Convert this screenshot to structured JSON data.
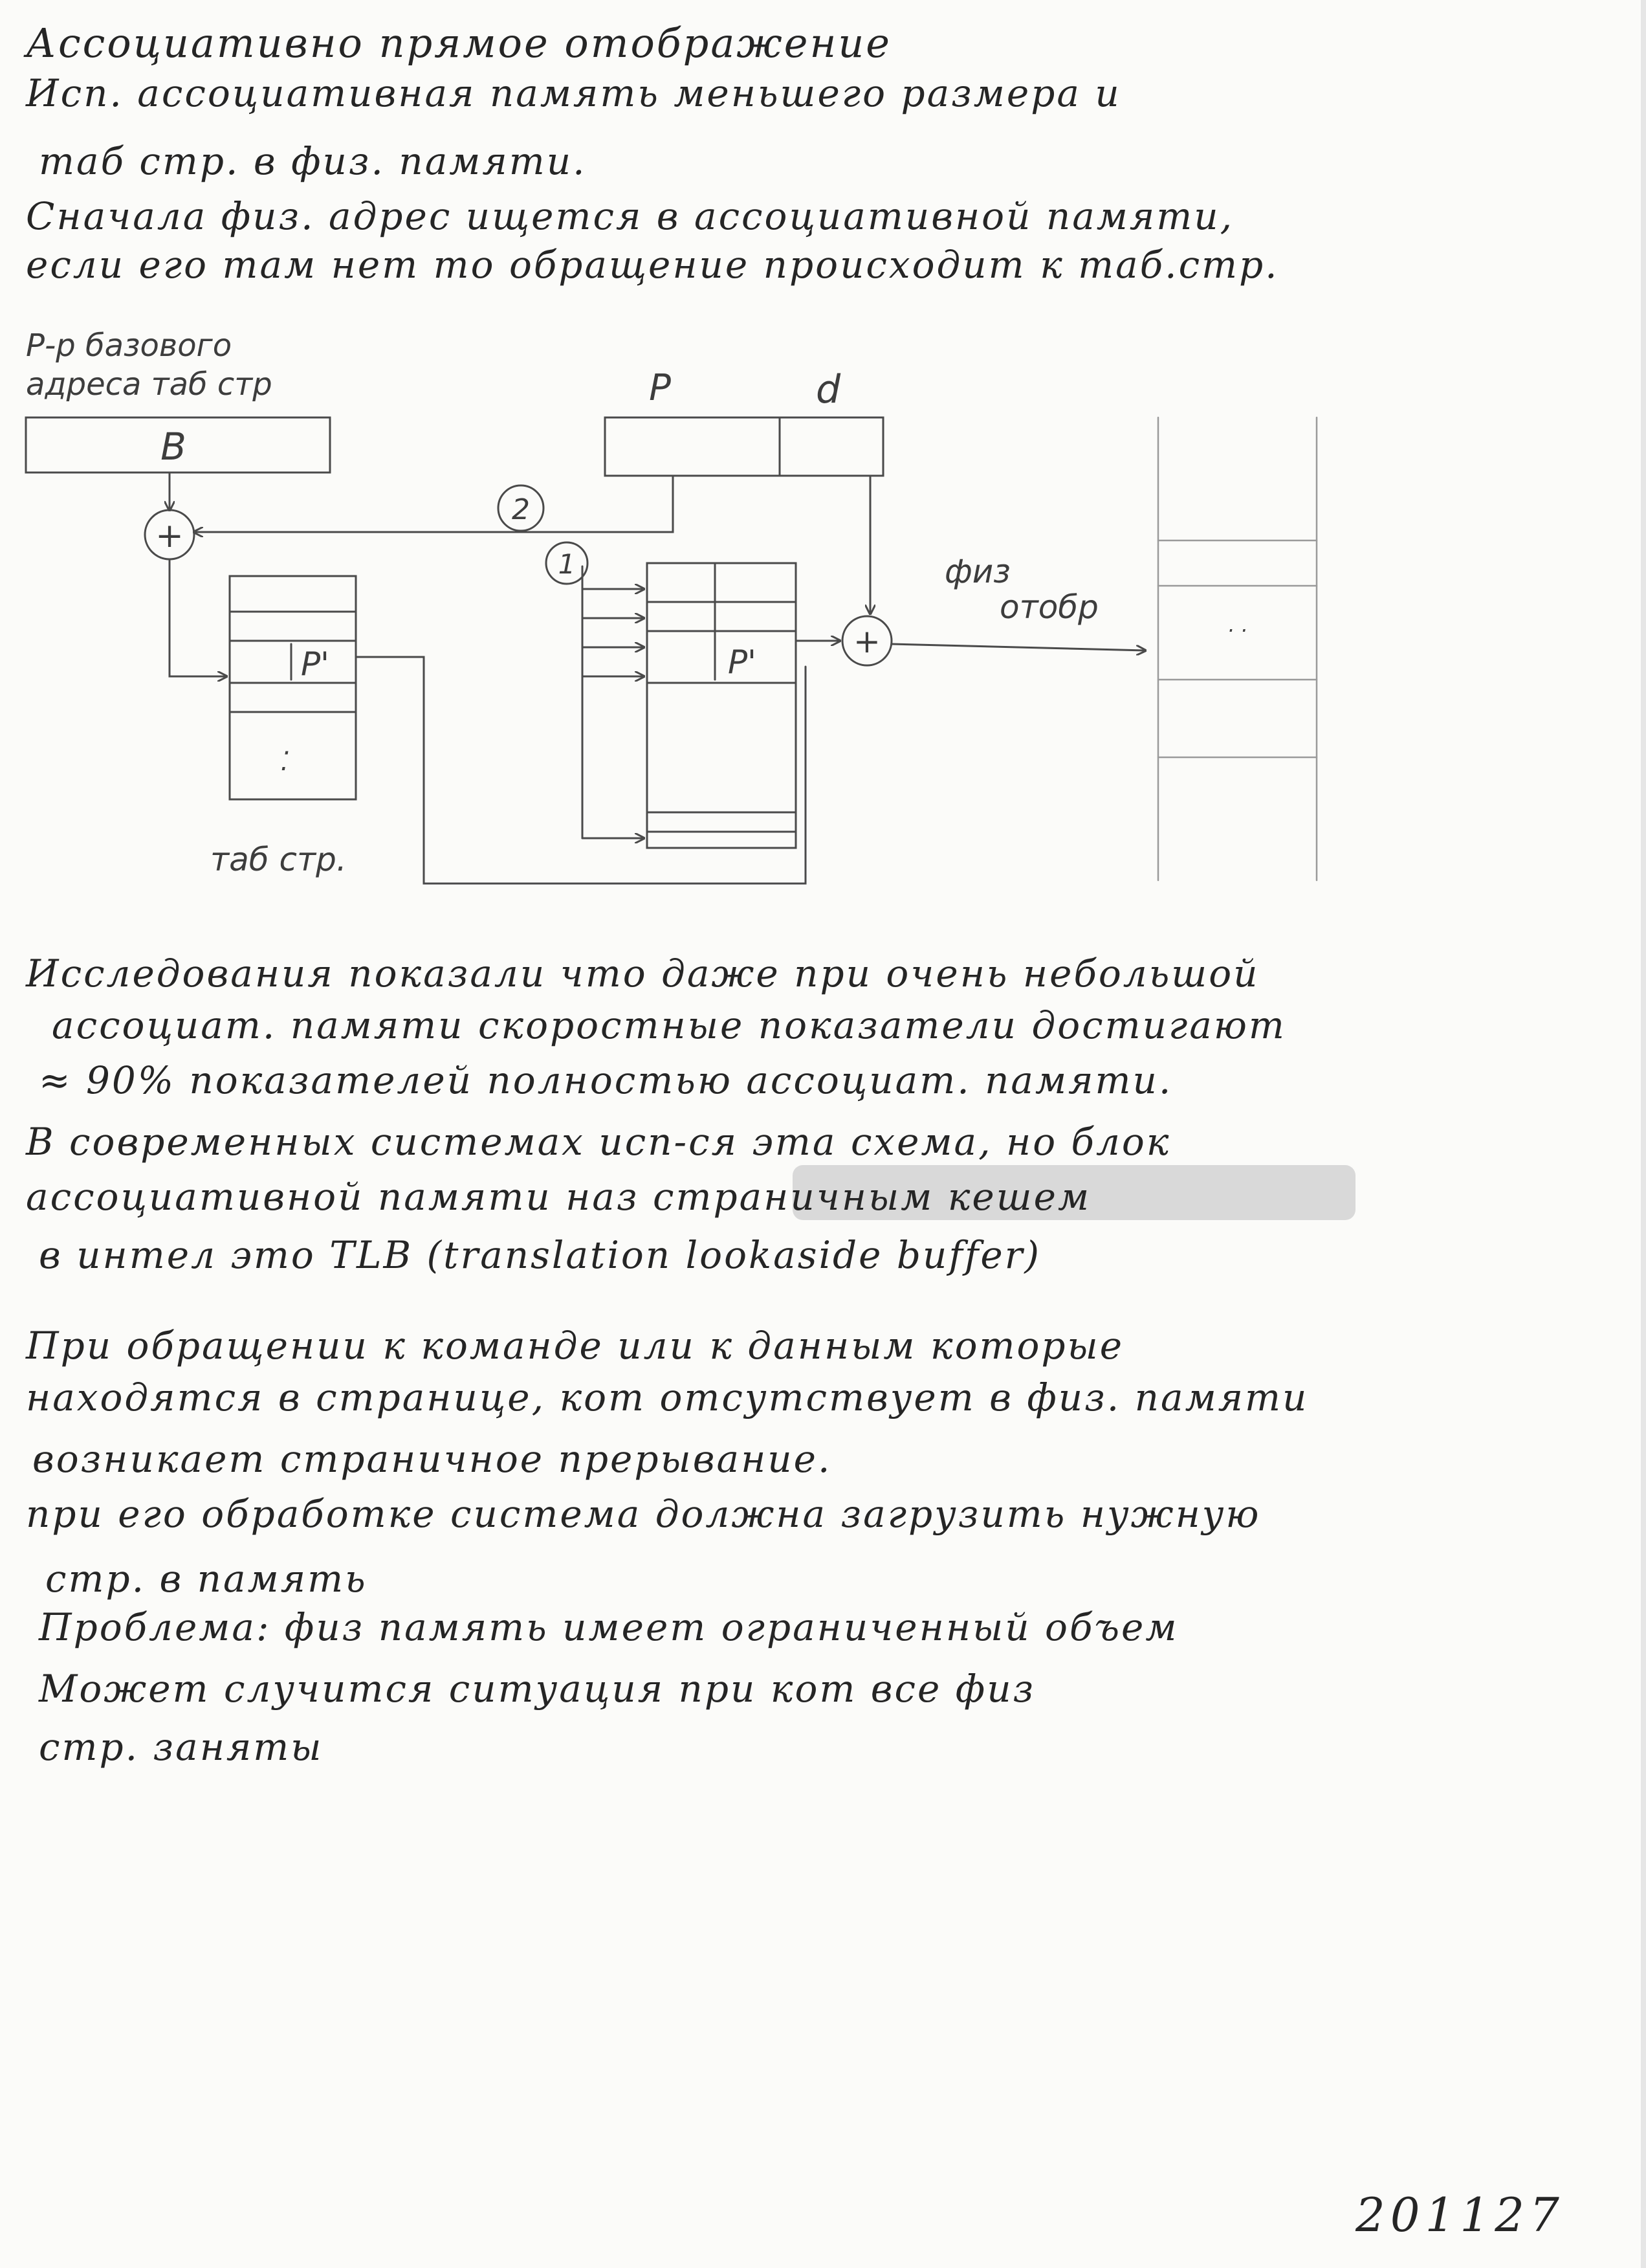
{
  "intro": {
    "title": "Ассоциативно прямое отображение",
    "lines": [
      "Исп. ассоциативная память меньшего размера и",
      "таб стр. в физ. памяти.",
      "Сначала физ. адрес ищется в ассоциативной памяти,",
      "если его там нет то обращение происходит к таб.стр."
    ]
  },
  "diagram": {
    "base_register_caption_1": "Р-р базового",
    "base_register_caption_2": "адреса таб стр",
    "base_register_value": "B",
    "adder_symbol": "+",
    "address_field_p": "P",
    "address_field_d": "d",
    "step_2": "2",
    "step_1": "1",
    "page_table_cell": "P'",
    "page_table_dots": "⁚",
    "assoc_cell": "P'",
    "phys_label_1": "физ",
    "phys_label_2": "отобр",
    "memory_dots": "· ·",
    "page_table_caption": "таб стр."
  },
  "body": {
    "paragraph_1": [
      "Исследования показали что даже при очень небольшой",
      "ассоциат. памяти скоростные показатели достигают",
      "≈ 90% показателей полностью ассоциат. памяти."
    ],
    "paragraph_2": [
      "В современных системах исп-ся эта схема, но блок",
      "ассоциативной памяти наз страничным кешем",
      "в интел это TLB (translation lookaside buffer)"
    ],
    "paragraph_3": [
      "При обращении к команде или к данным которые",
      "находятся в странице, кот отсутствует в физ. памяти",
      "возникает страничное прерывание.",
      "при его обработке система должна загрузить нужную",
      "стр. в память"
    ],
    "paragraph_4": [
      "Проблема: физ память имеет ограниченный объем",
      "Может случится ситуация при кот все физ",
      "стр. заняты"
    ]
  },
  "footer": {
    "page_number": "201127"
  },
  "colors": {
    "paper": "#fbfbf9",
    "ink": "#262626",
    "pencil": "#4a4a4a",
    "marker_highlight": "#d9d9d9"
  }
}
